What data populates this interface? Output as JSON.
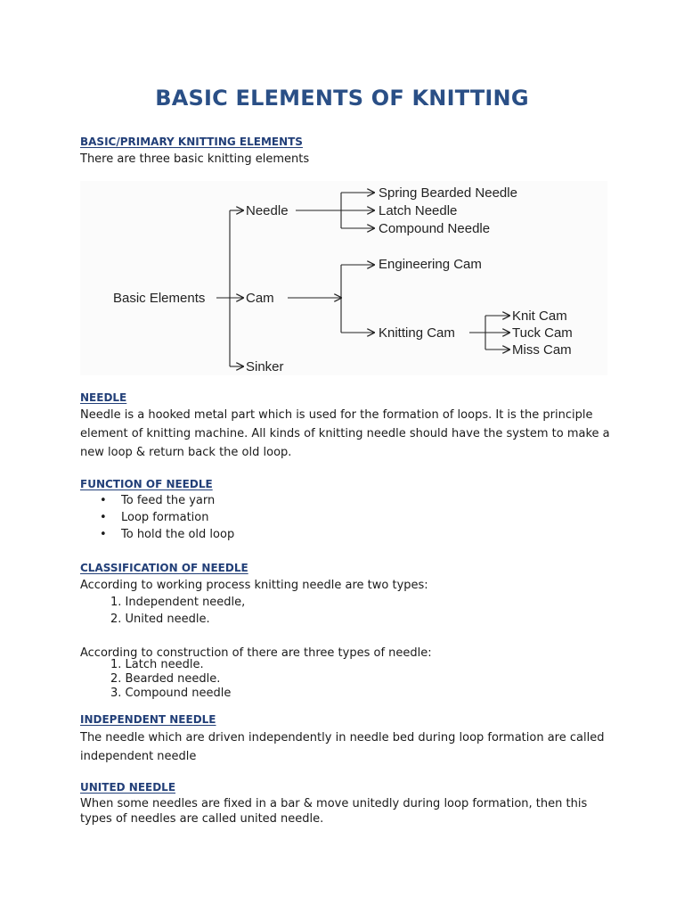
{
  "title": "BASIC ELEMENTS OF KNITTING",
  "sections": {
    "basic": {
      "heading": "BASIC/PRIMARY KNITTING ELEMENTS",
      "text": "There are three basic knitting elements"
    },
    "diagram": {
      "root": "Basic Elements",
      "needle": "Needle",
      "cam": "Cam",
      "sinker": "Sinker",
      "needle_types": [
        "Spring Bearded Needle",
        "Latch Needle",
        "Compound Needle"
      ],
      "engineering_cam": "Engineering Cam",
      "knitting_cam": "Knitting Cam",
      "knitting_cam_types": [
        "Knit Cam",
        "Tuck Cam",
        "Miss Cam"
      ]
    },
    "needle": {
      "heading": "NEEDLE",
      "text": "Needle is a hooked metal part which is used for the formation of loops. It is the principle element of knitting machine. All kinds of knitting needle should have the system to make a new loop & return back the old loop."
    },
    "function": {
      "heading": "FUNCTION OF NEEDLE",
      "bullet": "•",
      "items": [
        "To feed the yarn",
        "Loop formation",
        "To hold the old loop"
      ]
    },
    "classification": {
      "heading": "CLASSIFICATION OF NEEDLE",
      "intro1": "According to working process knitting needle are two types:",
      "list1": [
        "1. Independent needle,",
        "2. United needle."
      ],
      "intro2": "According to construction of there are three types of needle:",
      "list2": [
        "1. Latch needle.",
        "2. Bearded needle.",
        "3. Compound needle"
      ]
    },
    "independent": {
      "heading": "INDEPENDENT NEEDLE",
      "text": "The needle which are driven independently in needle bed during loop formation are called independent needle"
    },
    "united": {
      "heading": "UNITED NEEDLE",
      "text": "When some needles are fixed in a bar & move unitedly during loop formation, then this types of needles are called united needle."
    }
  }
}
